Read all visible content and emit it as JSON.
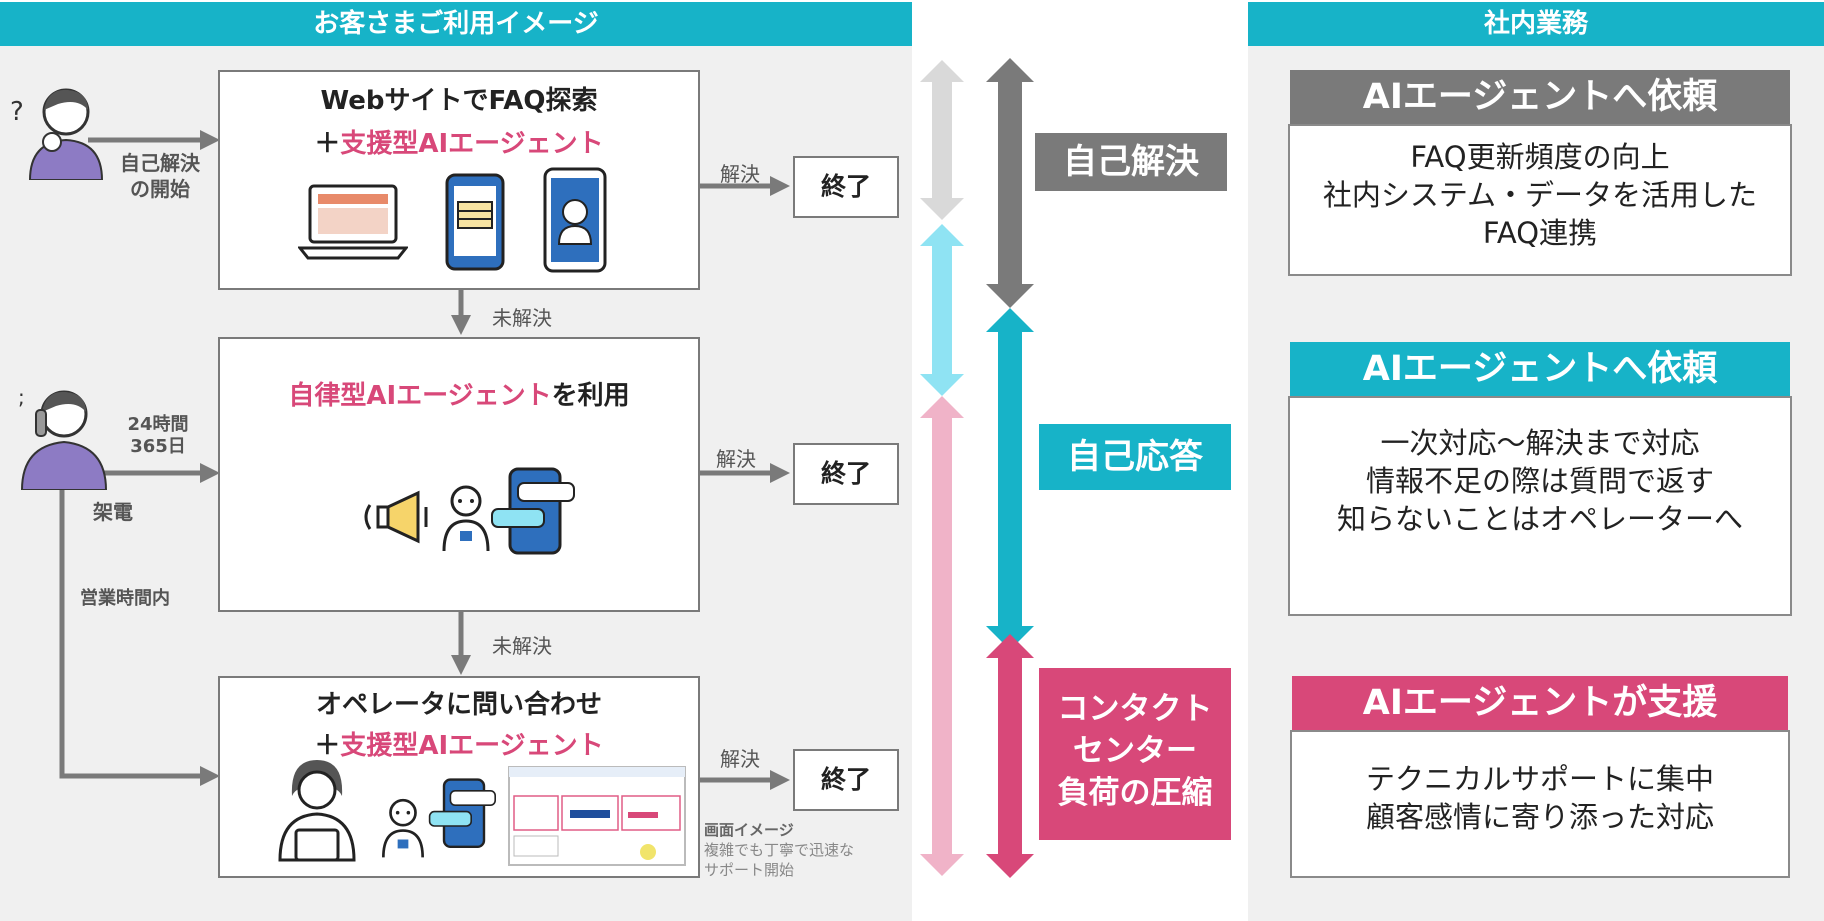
{
  "headers": {
    "customer": "お客さまご利用イメージ",
    "internal": "社内業務"
  },
  "step1": {
    "title": "WebサイトでFAQ探索",
    "plus": "＋",
    "pink": "支援型AIエージェント",
    "start_label": "自己解決\nの開始"
  },
  "step2": {
    "title_pink": "自律型AIエージェント",
    "title_rest": "を利用",
    "hours": "24時間\n365日",
    "call": "架電",
    "business_hours": "営業時間内"
  },
  "step3": {
    "title": "オペレータに問い合わせ",
    "plus": "＋",
    "pink": "支援型AIエージェント",
    "screen_note_title": "画面イメージ",
    "screen_note_body": "複雑でも丁寧で迅速な\nサポート開始"
  },
  "flow": {
    "resolved": "解決",
    "unresolved": "未解決",
    "end": "終了"
  },
  "tags": {
    "self_resolve": "自己解決",
    "self_answer": "自己応答",
    "contact_center": "コンタクト\nセンター\n負荷の圧縮"
  },
  "right": {
    "box1": {
      "head": "AIエージェントへ依頼",
      "body": "FAQ更新頻度の向上\n社内システム・データを活用した\nFAQ連携"
    },
    "box2": {
      "head": "AIエージェントへ依頼",
      "body": "一次対応～解決まで対応\n情報不足の際は質問で返す\n知らないことはオペレーターへ"
    },
    "box3": {
      "head": "AIエージェントが支援",
      "body": "テクニカルサポートに集中\n顧客感情に寄り添った対応"
    }
  },
  "colors": {
    "teal": "#17b3c8",
    "pink": "#d84879",
    "gray": "#7a7a7a",
    "light_teal": "#8fe3f3",
    "light_pink": "#f0b3c8",
    "light_gray": "#d9d9d9"
  }
}
